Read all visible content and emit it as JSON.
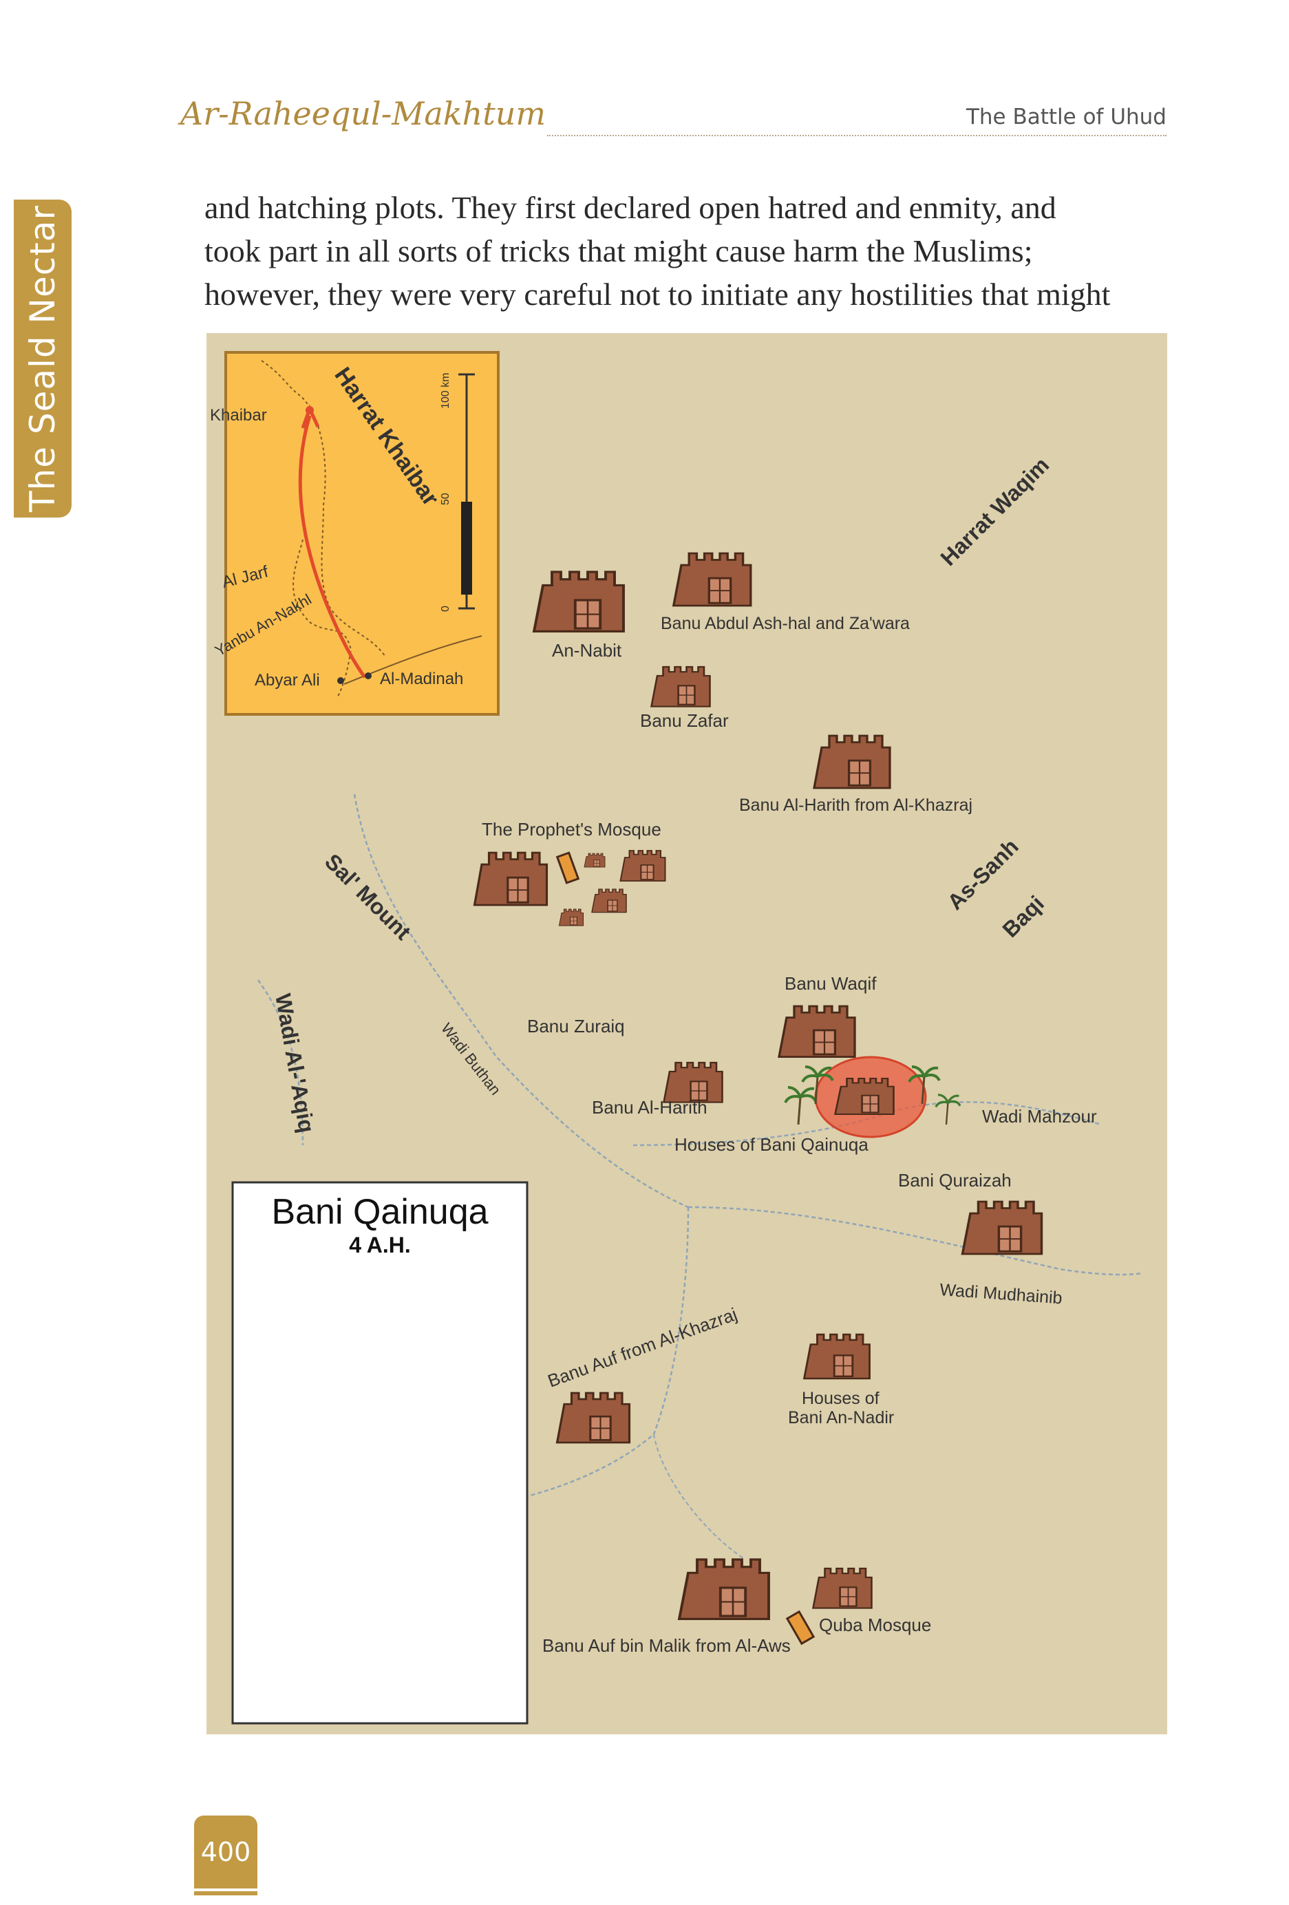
{
  "header": {
    "book_title": "Ar-Raheequl-Makhtum",
    "chapter": "The Battle of Uhud"
  },
  "side_tab": {
    "label": "The Seald Nectar"
  },
  "body_text": {
    "lines": [
      "and hatching plots. They first declared open hatred and enmity, and",
      "took part in all sorts of tricks that might cause harm the Muslims;",
      "however, they were very careful not to initiate any hostilities that might"
    ]
  },
  "map": {
    "colors": {
      "background": "#ddd0ac",
      "fortress": "#9b5a3e",
      "highlight": "#e8593f",
      "inset": "#fbbf4d"
    },
    "inset": {
      "places": [
        "Khaibar",
        "Al Jarf",
        "Yanbu An-Nakhl",
        "Abyar Ali",
        "Al-Madinah"
      ],
      "region": "Harrat Khaibar",
      "scale": {
        "major": "100 km",
        "mid": "50",
        "zero": "0"
      }
    },
    "regions": {
      "harrat_waqim": "Harrat Waqim",
      "sal_mount": "Sal' Mount",
      "as_sanh": "As-Sanh",
      "baqi": "Baqi",
      "wadi_al_aqiq": "Wadi Al-'Aqiq",
      "wadi_buthan": "Wadi Buthan",
      "wadi_mahzour": "Wadi Mahzour",
      "wadi_mudhainib": "Wadi Mudhainib"
    },
    "places": {
      "an_nabit": "An-Nabit",
      "banu_abdul": "Banu Abdul Ash-hal and Za'wara",
      "banu_zafar": "Banu Zafar",
      "banu_harith_khazraj": "Banu Al-Harith from Al-Khazraj",
      "prophets_mosque": "The Prophet's Mosque",
      "banu_waqif": "Banu Waqif",
      "banu_zuraiq": "Banu Zuraiq",
      "banu_al_harith": "Banu Al-Harith",
      "houses_qainuqa": "Houses of Bani Qainuqa",
      "bani_quraizah": "Bani Quraizah",
      "banu_auf_khazraj": "Banu Auf from Al-Khazraj",
      "houses_nadir_1": "Houses of",
      "houses_nadir_2": "Bani An-Nadir",
      "banu_auf_aws": "Banu Auf bin Malik from Al-Aws",
      "quba_mosque": "Quba Mosque"
    },
    "legend": {
      "title": "Bani Qainuqa",
      "subtitle": "4 A.H."
    }
  },
  "page_number": "400"
}
